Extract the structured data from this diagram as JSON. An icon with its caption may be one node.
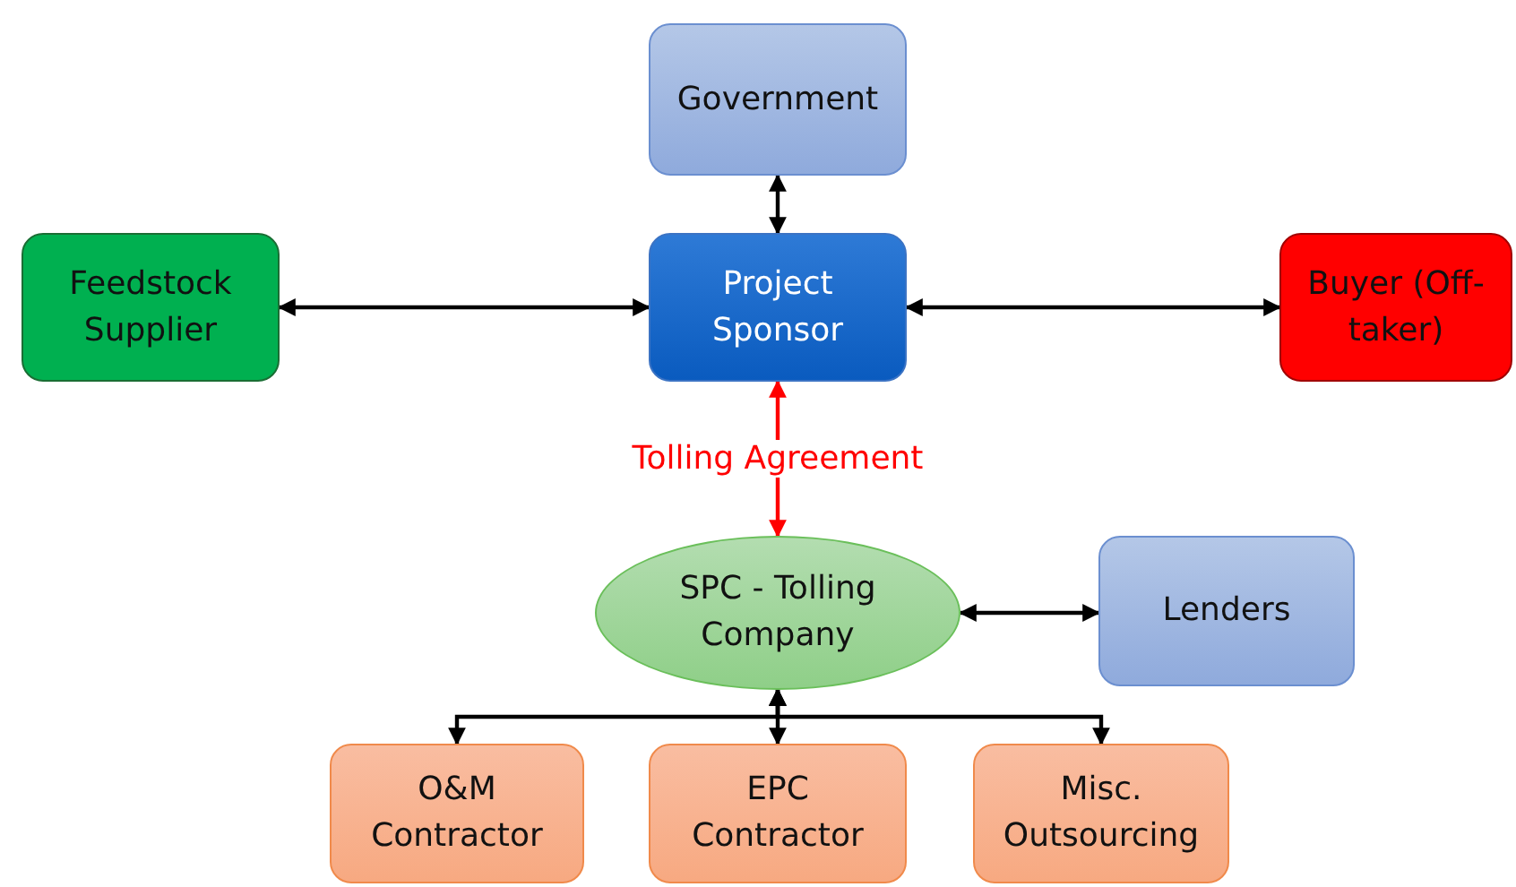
{
  "diagram": {
    "nodes": [
      {
        "text": [
          "Government"
        ]
      },
      {
        "text": [
          "Feedstock Supplier"
        ]
      },
      {
        "text": [
          "Project Sponsor"
        ]
      },
      {
        "text": [
          "Buyer (Off-taker)"
        ]
      },
      {
        "text": [
          "SPC - Tolling Company"
        ]
      },
      {
        "text": [
          "Lenders"
        ]
      },
      {
        "text": [
          "O&M Contractor"
        ]
      },
      {
        "text": [
          "EPC Contractor"
        ]
      },
      {
        "text": [
          "Misc. Outsourcing"
        ]
      }
    ],
    "edges": [
      {
        "from": 2,
        "to": 0,
        "arrow": "both"
      },
      {
        "from": 1,
        "to": 2,
        "arrow": "both"
      },
      {
        "from": 2,
        "to": 3,
        "arrow": "both"
      },
      {
        "from": 2,
        "to": 4,
        "arrow": "both",
        "label": "Tolling Agreement",
        "color": "#ff0000"
      },
      {
        "from": 4,
        "to": 5,
        "arrow": "both"
      },
      {
        "from": 4,
        "to": 6,
        "arrow": "both"
      },
      {
        "from": 4,
        "to": 7,
        "arrow": "both"
      },
      {
        "from": 4,
        "to": 8,
        "arrow": "both"
      }
    ]
  }
}
